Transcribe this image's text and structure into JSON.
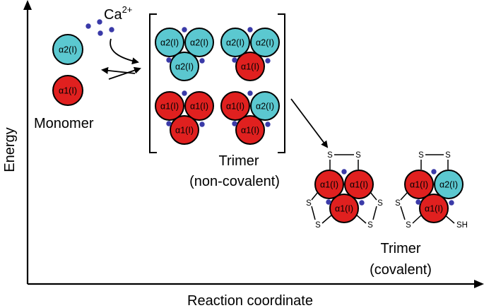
{
  "axes": {
    "y_label": "Energy",
    "x_label": "Reaction coordinate"
  },
  "labels": {
    "calcium": "Ca",
    "calcium_charge": "2+",
    "monomer": "Monomer",
    "trimer_nc_line1": "Trimer",
    "trimer_nc_line2": "(non-covalent)",
    "trimer_c_line1": "Trimer",
    "trimer_c_line2": "(covalent)",
    "sulfur": "S",
    "thiol": "SH"
  },
  "subunits": {
    "alpha2": "α2(I)",
    "alpha1": "α1(I)"
  },
  "colors": {
    "alpha2": "#5bc8d0",
    "alpha1": "#e0201f",
    "calcium_ion": "#3a3aa8",
    "ink": "#000000"
  }
}
